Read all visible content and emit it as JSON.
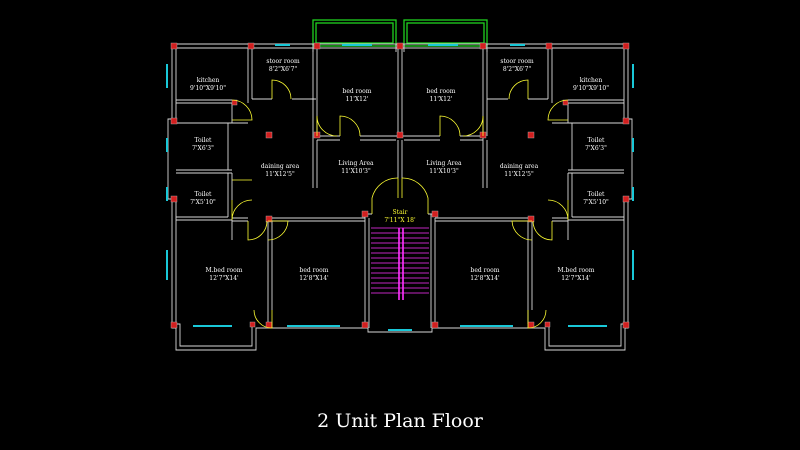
{
  "title": "2 Unit Plan Floor",
  "colors": {
    "background": "#000000",
    "walls": "#d8d8d8",
    "columns": "#d21f1f",
    "windows": "#19c8d8",
    "doors_and_stair_label": "#ffff33",
    "stair_lines": "#ff33ff",
    "balcony": "#1fd11f"
  },
  "rooms": {
    "kitchen_left": {
      "name": "kitchen",
      "size": "9'10\"X9'10\""
    },
    "storeroom_left": {
      "name": "stoor room",
      "size": "8'2\"X6'7\""
    },
    "bed1_left": {
      "name": "bed room",
      "size": "11'X12'"
    },
    "bed1_right": {
      "name": "bed room",
      "size": "11'X12'"
    },
    "storeroom_right": {
      "name": "stoor room",
      "size": "8'2\"X6'7\""
    },
    "kitchen_right": {
      "name": "kitchen",
      "size": "9'10\"X9'10\""
    },
    "toilet1_left": {
      "name": "Toilet",
      "size": "7'X6'3\""
    },
    "toilet1_right": {
      "name": "Toilet",
      "size": "7'X6'3\""
    },
    "dining_left": {
      "name": "daining area",
      "size": "11'X12'5\""
    },
    "living_left": {
      "name": "Living Area",
      "size": "11'X10'3\""
    },
    "living_right": {
      "name": "Living Area",
      "size": "11'X10'3\""
    },
    "dining_right": {
      "name": "daining area",
      "size": "11'X12'5\""
    },
    "toilet2_left": {
      "name": "Toilet",
      "size": "7'X5'10\""
    },
    "toilet2_right": {
      "name": "Toilet",
      "size": "7'X5'10\""
    },
    "stair": {
      "name": "Stair",
      "size": "7'11\"X 18'"
    },
    "mbed_left": {
      "name": "M.bed room",
      "size": "12'7\"X14'"
    },
    "bed2_left": {
      "name": "bed room",
      "size": "12'8\"X14'"
    },
    "bed2_right": {
      "name": "bed room",
      "size": "12'8\"X14'"
    },
    "mbed_right": {
      "name": "M.bed room",
      "size": "12'7\"X14'"
    }
  }
}
